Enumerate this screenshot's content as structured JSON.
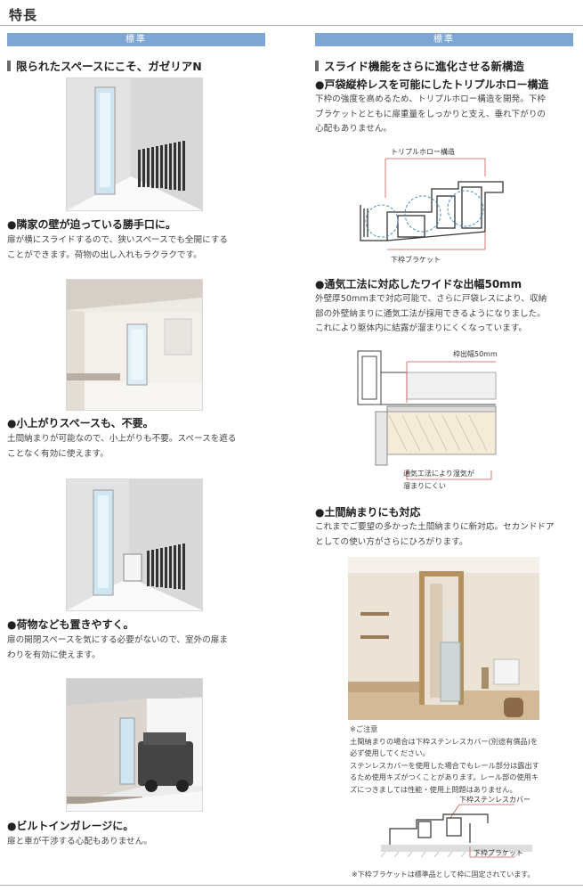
{
  "page": {
    "title": "特長"
  },
  "left": {
    "badge": "標準",
    "heading": "限られたスペースにこそ、ガゼリアN",
    "features": [
      {
        "title": "●隣家の壁が迫っている勝手口に。",
        "lines": [
          "扉が横にスライドするので、狭いスペースでも全開にする",
          "ことができます。荷物の出し入れもラクラクです。"
        ]
      },
      {
        "title": "●小上がりスペースも、不要。",
        "lines": [
          "土間納まりが可能なので、小上がりも不要。スペースを遮る",
          "ことなく有効に使えます。"
        ]
      },
      {
        "title": "●荷物なども置きやすく。",
        "lines": [
          "扉の開閉スペースを気にする必要がないので、室外の扉ま",
          "わりを有効に使えます。"
        ]
      },
      {
        "title": "●ビルトインガレージに。",
        "lines": [
          "扉と車が干渉する心配もありません。"
        ]
      }
    ]
  },
  "right": {
    "badge": "標準",
    "heading": "スライド機能をさらに進化させる新構造",
    "sections": [
      {
        "title": "●戸袋縦枠レスを可能にしたトリプルホロー構造",
        "lines": [
          "下枠の強度を高めるため、トリプルホロー構造を開発。下枠",
          "ブラケットとともに扉重量をしっかりと支え、垂れ下がりの",
          "心配もありません。"
        ]
      },
      {
        "title": "●通気工法に対応したワイドな出幅50mm",
        "lines": [
          "外壁厚50mmまで対応可能で、さらに戸袋レスにより、収納",
          "部の外壁納まりに通気工法が採用できるようになりました。",
          "これにより躯体内に結露が溜まりにくくなっています。"
        ]
      },
      {
        "title": "●土間納まりにも対応",
        "lines": [
          "これまでご要望の多かった土間納まりに新対応。セカンドドア",
          "としての使い方がさらにひろがります。"
        ]
      }
    ],
    "diagram1": {
      "label_top": "トリプルホロー構造",
      "label_bottom": "下枠ブラケット"
    },
    "diagram2": {
      "label_top": "枠出幅50mm",
      "label_bottom_1": "通気工法により湿気が",
      "label_bottom_2": "溜まりにくい"
    },
    "note": {
      "heading": "※ご注意",
      "lines": [
        "土間納まりの場合は下枠ステンレスカバー(別途有償品)を",
        "必ず使用してください。",
        "ステンレスカバーを使用した場合でもレール部分は露出す",
        "るため使用キズがつくことがあります。レール部の使用キ",
        "ズにつきましては性能・使用上問題はありません。"
      ]
    },
    "diagram3": {
      "label_top": "下枠ステンレスカバー",
      "label_bottom": "下枠ブラケット"
    },
    "footnote": "※下枠ブラケットは標準品として枠に固定されています。"
  }
}
